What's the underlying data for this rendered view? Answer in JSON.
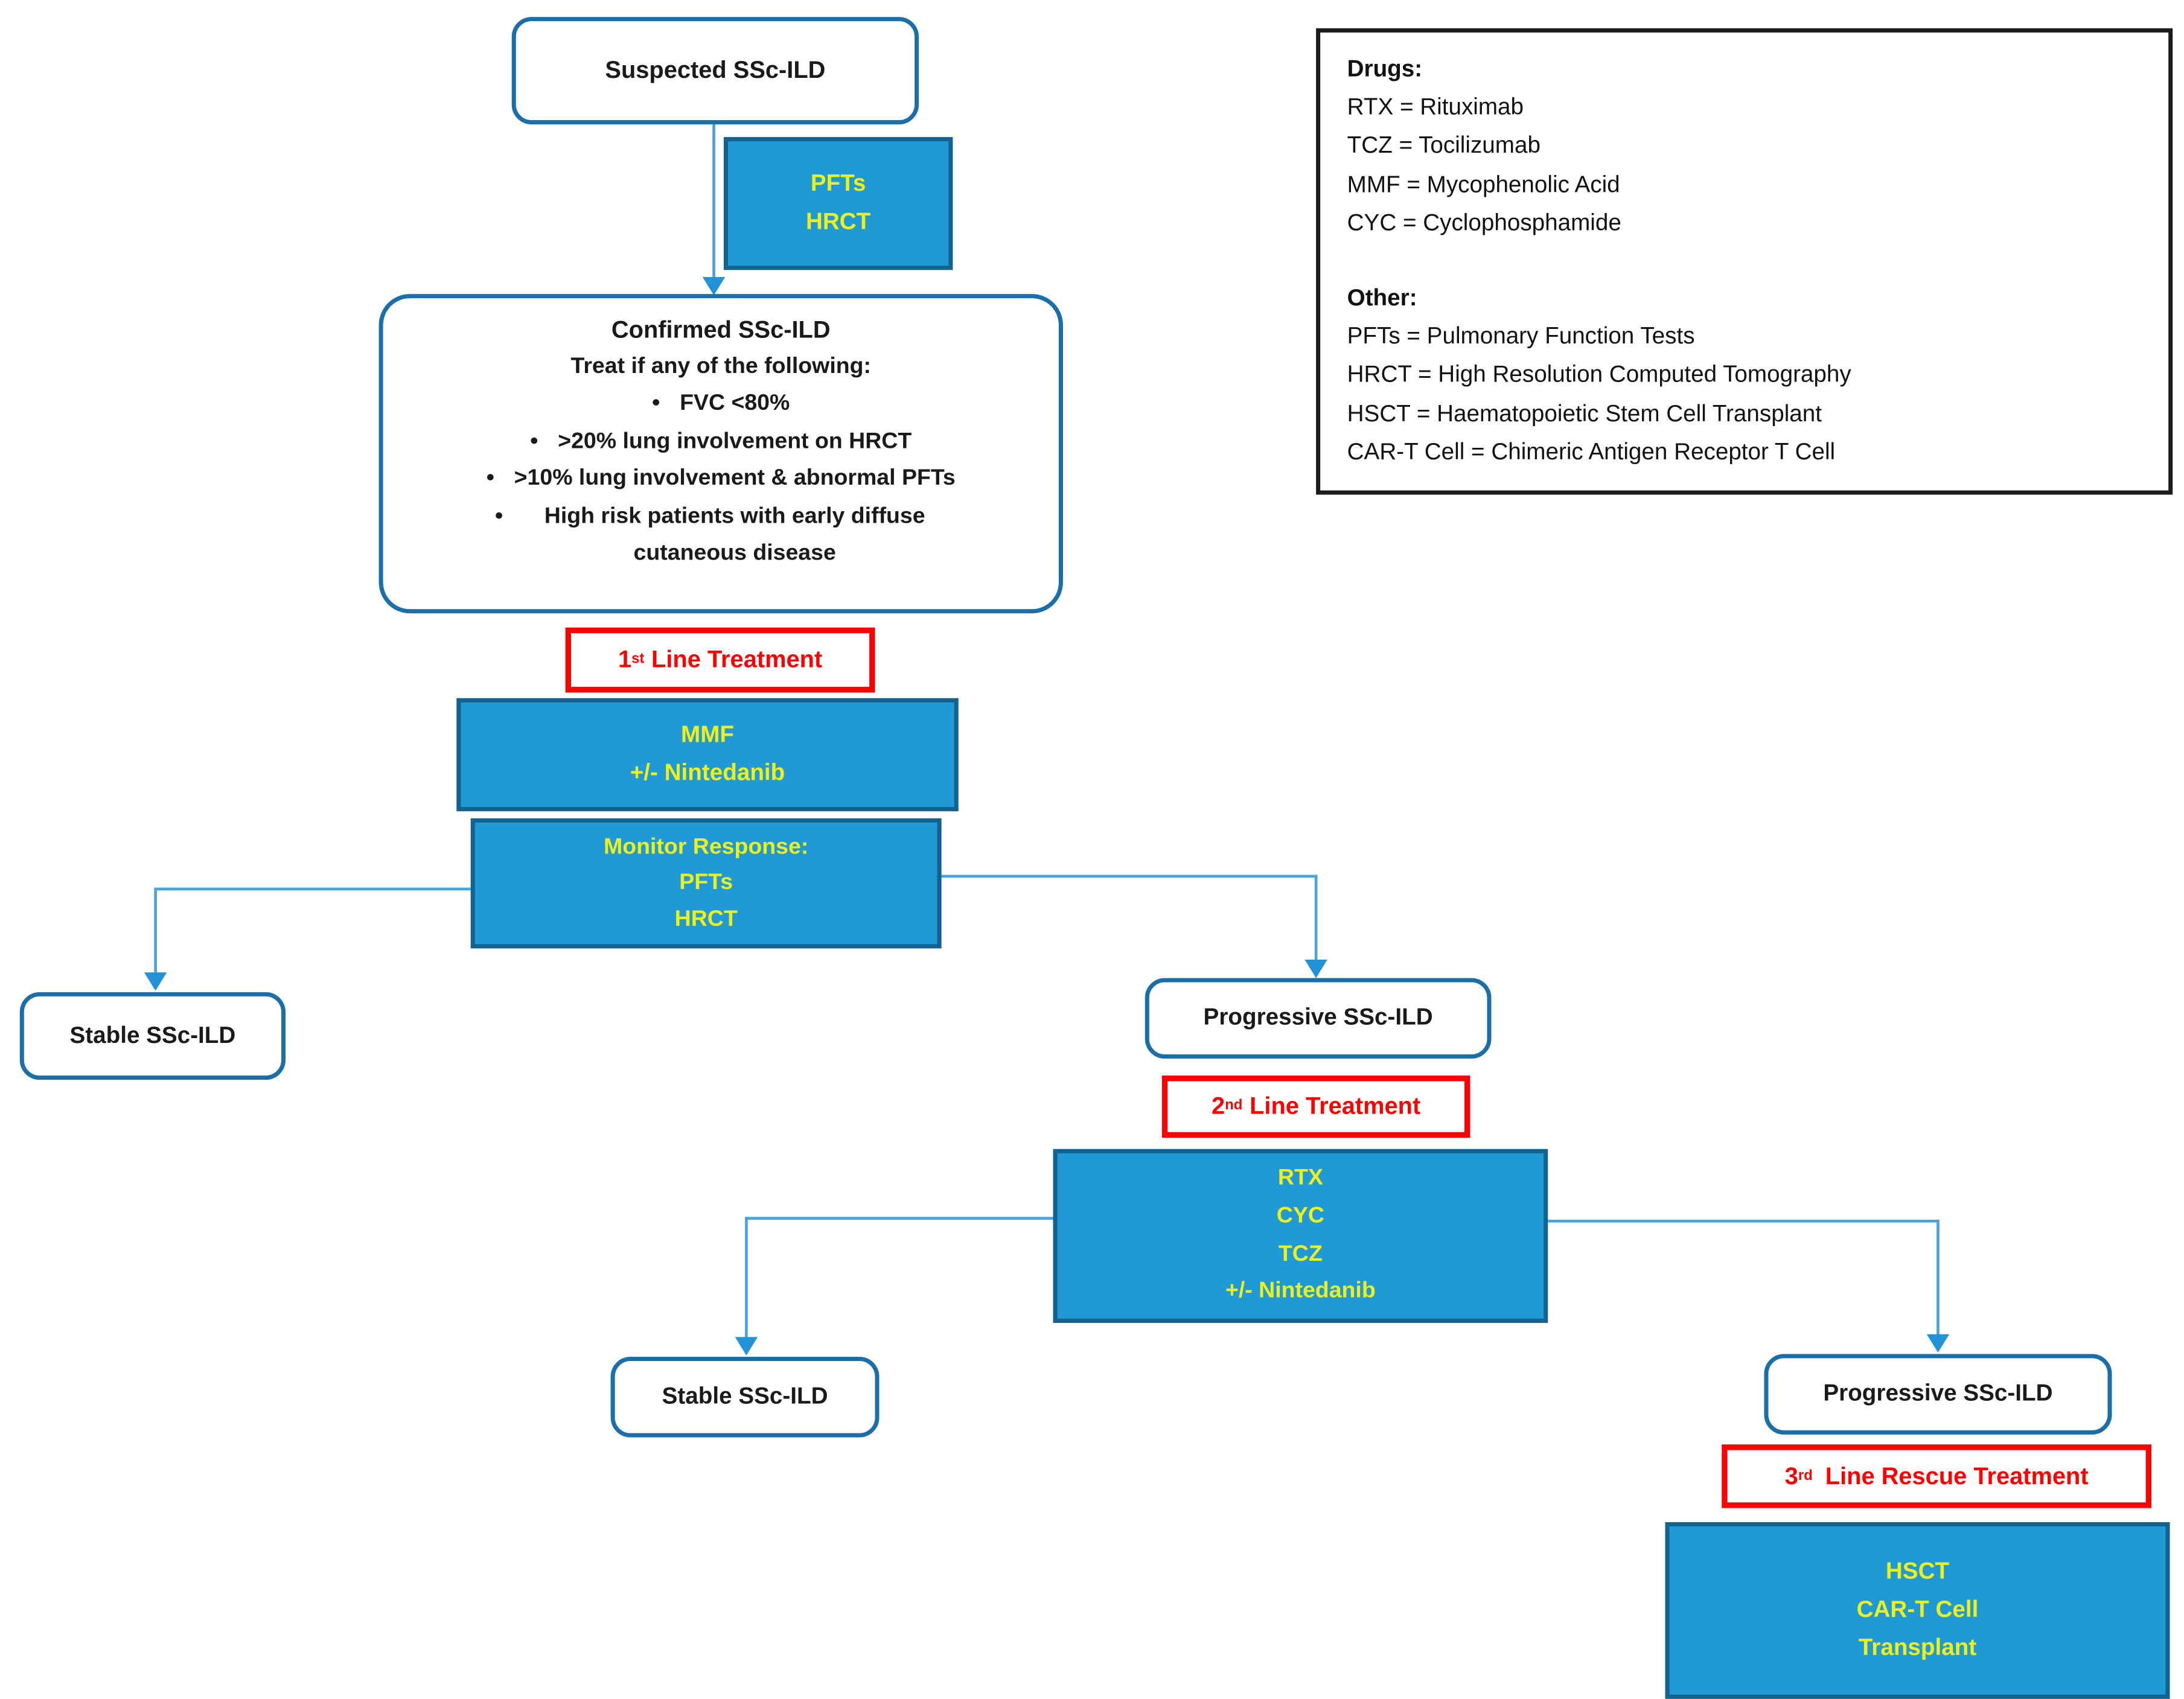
{
  "diagram_title": "SSc-ILD treatment algorithm flowchart",
  "nodes": {
    "suspected": {
      "label": "Suspected SSc-ILD"
    },
    "pfts_hrct": {
      "lines": [
        "PFTs",
        "HRCT"
      ]
    },
    "confirmed": {
      "title": "Confirmed SSc-ILD",
      "subtitle": "Treat if any of the following:",
      "bullet_char": "•",
      "bullets": [
        "FVC <80%",
        ">20% lung involvement on HRCT",
        ">10% lung involvement & abnormal PFTs",
        "High risk patients with early diffuse cutaneous disease"
      ]
    },
    "first_line_treatment": {
      "num": "1",
      "ord": "st",
      "text": "Line Treatment"
    },
    "mmf": {
      "lines": [
        "MMF",
        "+/- Nintedanib"
      ]
    },
    "monitor": {
      "lines": [
        "Monitor Response:",
        "PFTs",
        "HRCT"
      ]
    },
    "stable_1": {
      "label": "Stable SSc-ILD"
    },
    "progressive_1": {
      "label": "Progressive SSc-ILD"
    },
    "second_line_treatment": {
      "num": "2",
      "ord": "nd",
      "text": "Line Treatment"
    },
    "rtx_combo": {
      "lines": [
        "RTX",
        "CYC",
        "TCZ",
        "+/- Nintedanib"
      ]
    },
    "stable_2": {
      "label": "Stable SSc-ILD"
    },
    "progressive_2": {
      "label": "Progressive SSc-ILD"
    },
    "third_line_treatment": {
      "num": "3",
      "ord": "rd",
      "text": "Line Rescue Treatment"
    },
    "hsct": {
      "lines": [
        "HSCT",
        "CAR-T Cell",
        "Transplant"
      ]
    }
  },
  "legend": {
    "drugs_heading": "Drugs:",
    "drugs": [
      "RTX = Rituximab",
      "TCZ = Tocilizumab",
      "MMF = Mycophenolic Acid",
      "CYC = Cyclophosphamide"
    ],
    "other_heading": "Other:",
    "other": [
      "PFTs = Pulmonary Function Tests",
      "HRCT = High Resolution Computed Tomography",
      "HSCT = Haematopoietic Stem Cell Transplant",
      "CAR-T Cell = Chimeric Antigen Receptor T Cell"
    ]
  },
  "colors": {
    "process_fill": "#1f9ad7",
    "process_border": "#13628f",
    "process_text": "#eef01b",
    "terminator_border": "#1a6fa8",
    "red_accent": "#fe0000",
    "connector_blue": "#4aa3dc",
    "text_black": "#1a1a1a"
  }
}
